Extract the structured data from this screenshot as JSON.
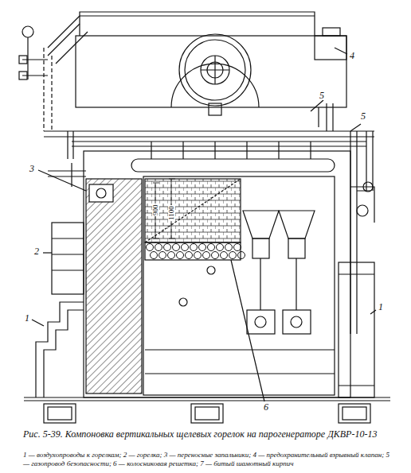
{
  "diagram": {
    "caption": "Рис. 5-39. Компоновка вертикальных щелевых горелок на парогенераторе ДКВР-10-13",
    "labels": [
      "3",
      "2",
      "1",
      "4",
      "5",
      "5",
      "1",
      "6",
      "900",
      "1100",
      "1 — воздухопроводы к горелкам; 2 — горелка; 3 — переносные запальники; 4 — предохранительный взрывный клапан; 5 — газопровод безопасности; 6 — колосниковая решетка; 7 — битый шамотный кирпич"
    ]
  }
}
